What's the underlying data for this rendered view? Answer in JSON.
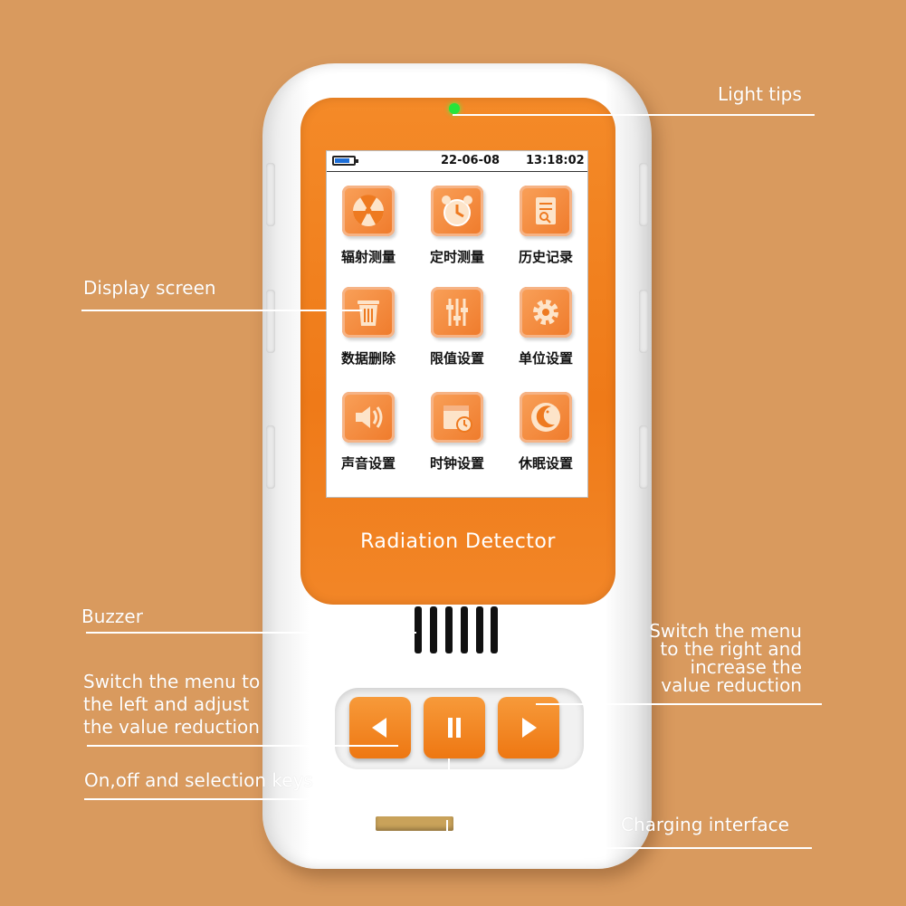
{
  "device": {
    "brand": "Radiation Detector",
    "status": {
      "date": "22-06-08",
      "time": "13:18:02",
      "battery": "battery-icon"
    },
    "menu": [
      {
        "label": "辐射测量",
        "icon": "radiation-icon"
      },
      {
        "label": "定时测量",
        "icon": "alarm-clock-icon"
      },
      {
        "label": "历史记录",
        "icon": "history-record-icon"
      },
      {
        "label": "数据删除",
        "icon": "trash-icon"
      },
      {
        "label": "限值设置",
        "icon": "sliders-icon"
      },
      {
        "label": "单位设置",
        "icon": "gear-icon"
      },
      {
        "label": "声音设置",
        "icon": "speaker-icon"
      },
      {
        "label": "时钟设置",
        "icon": "calendar-clock-icon"
      },
      {
        "label": "休眠设置",
        "icon": "moon-icon"
      }
    ],
    "keys": [
      "left-arrow-icon",
      "pause-icon",
      "right-arrow-icon"
    ],
    "colors": {
      "body": "#ef7a18",
      "led": "#27e43a",
      "background": "#d99a5e"
    }
  },
  "callouts": {
    "light_tips": "Light tips",
    "display_screen": "Display screen",
    "buzzer": "Buzzer",
    "left_key": [
      "Switch the menu to",
      "the left and adjust",
      "the value reduction"
    ],
    "right_key": [
      "Switch the menu",
      "to the right and",
      "increase the",
      "value reduction"
    ],
    "power_key": "On,off and selection keys",
    "charging": "Charging interface"
  }
}
